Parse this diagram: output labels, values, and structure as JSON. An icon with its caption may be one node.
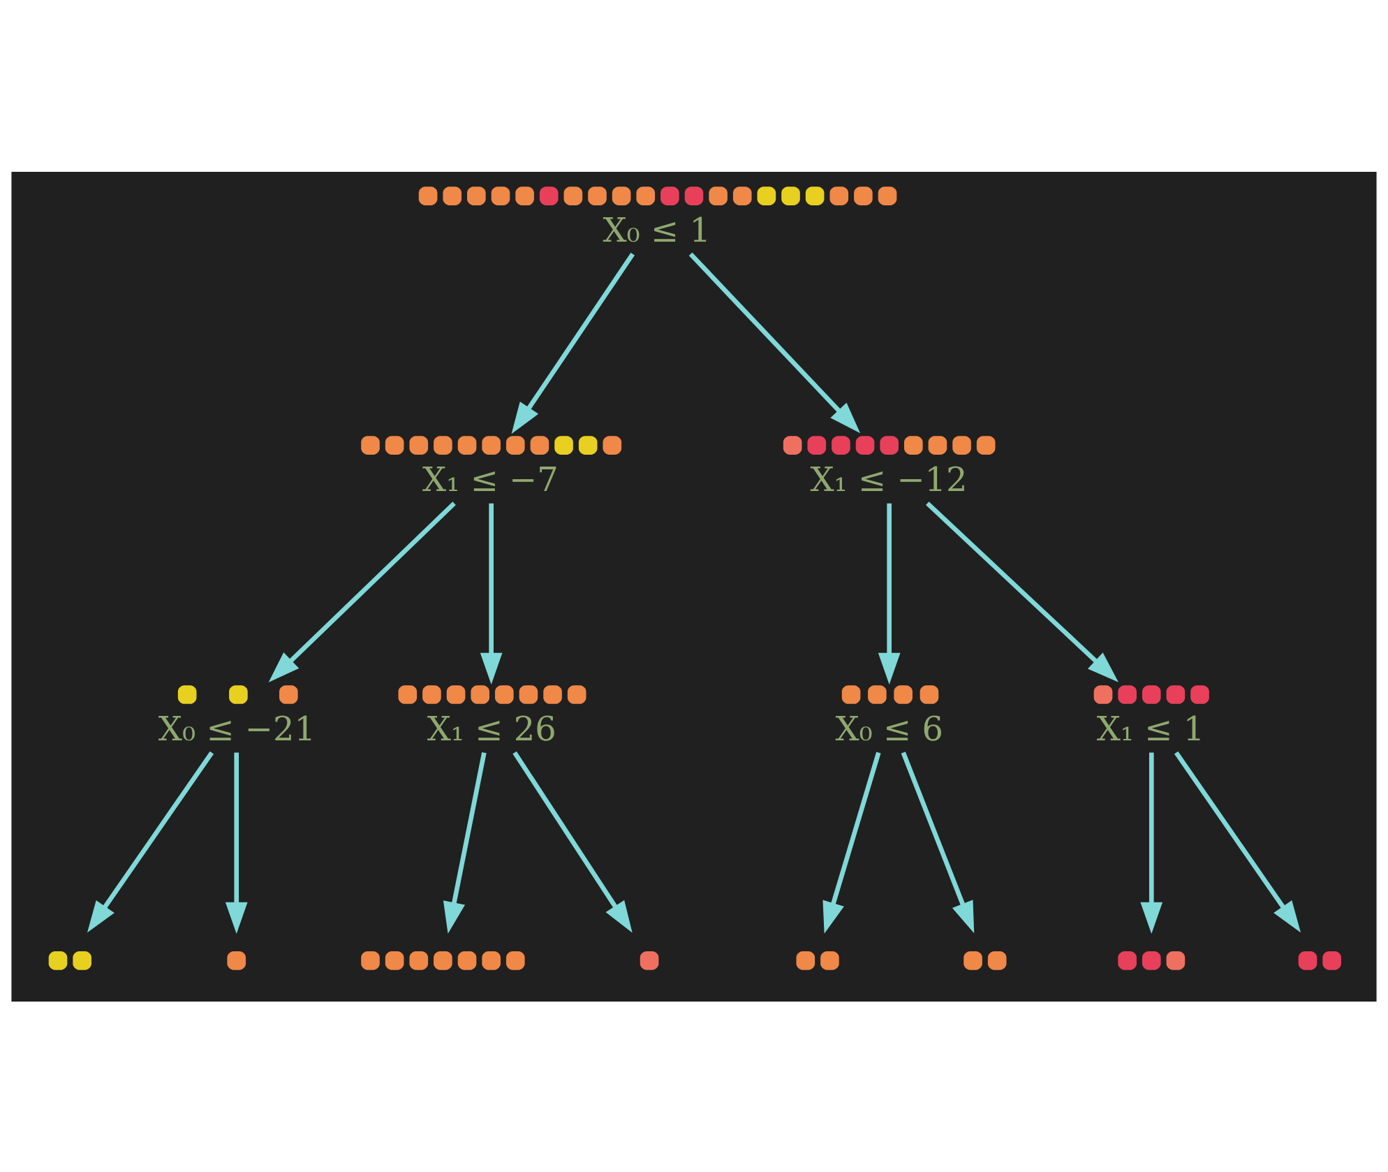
{
  "diagram": {
    "nodes": [
      {
        "text": [
          "X₀ ≤ 1"
        ]
      },
      {
        "text": [
          "X₁ ≤ −7"
        ]
      },
      {
        "text": [
          "X₁ ≤ −12"
        ]
      },
      {
        "text": [
          "X₀ ≤ −21"
        ]
      },
      {
        "text": [
          "X₁ ≤ 26"
        ]
      },
      {
        "text": [
          "X₀ ≤ 6"
        ]
      },
      {
        "text": [
          "X₁ ≤ 1"
        ]
      },
      {
        "text": [],
        "shape": "circle"
      },
      {
        "text": [],
        "shape": "circle"
      },
      {
        "text": [],
        "shape": "circle"
      },
      {
        "text": [],
        "shape": "circle"
      },
      {
        "text": [],
        "shape": "circle"
      },
      {
        "text": [],
        "shape": "circle"
      },
      {
        "text": [],
        "shape": "circle"
      },
      {
        "text": [],
        "shape": "circle"
      }
    ],
    "edges": [
      {
        "from": 0,
        "to": 1,
        "arrow": "to"
      },
      {
        "from": 0,
        "to": 2,
        "arrow": "to"
      },
      {
        "from": 1,
        "to": 3,
        "arrow": "to"
      },
      {
        "from": 1,
        "to": 4,
        "arrow": "to"
      },
      {
        "from": 2,
        "to": 5,
        "arrow": "to"
      },
      {
        "from": 2,
        "to": 6,
        "arrow": "to"
      },
      {
        "from": 3,
        "to": 7,
        "arrow": "to"
      },
      {
        "from": 3,
        "to": 8,
        "arrow": "to"
      },
      {
        "from": 4,
        "to": 9,
        "arrow": "to"
      },
      {
        "from": 4,
        "to": 10,
        "arrow": "to"
      },
      {
        "from": 5,
        "to": 11,
        "arrow": "to"
      },
      {
        "from": 5,
        "to": 12,
        "arrow": "to"
      },
      {
        "from": 6,
        "to": 13,
        "arrow": "to"
      },
      {
        "from": 6,
        "to": 14,
        "arrow": "to"
      }
    ]
  }
}
